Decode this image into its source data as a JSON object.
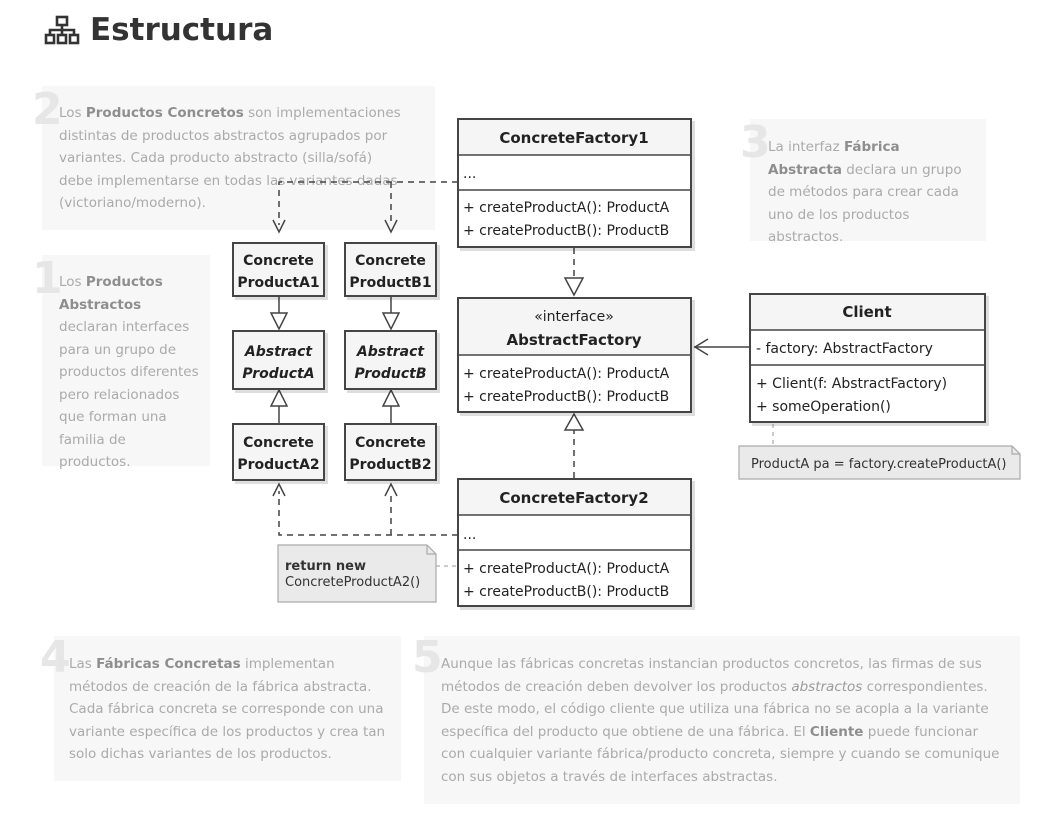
{
  "header": {
    "title": "Estructura",
    "icon": "sitemap-icon"
  },
  "notes": [
    {
      "number": "2",
      "parts": [
        {
          "t": "Los "
        },
        {
          "t": "Productos Concretos",
          "b": true
        },
        {
          "t": " son implementaciones distintas de productos abstractos agrupados por variantes. Cada producto abstracto (silla/sofá) debe implementarse en todas las variantes dadas (victoriano/moderno)."
        }
      ]
    },
    {
      "number": "3",
      "parts": [
        {
          "t": "La interfaz "
        },
        {
          "t": "Fábrica Abstracta",
          "b": true
        },
        {
          "t": " declara un grupo de métodos para crear cada uno de los productos abstractos."
        }
      ]
    },
    {
      "number": "1",
      "parts": [
        {
          "t": "Los "
        },
        {
          "t": "Productos Abstractos",
          "b": true
        },
        {
          "t": " declaran interfaces para un grupo de productos diferentes pero relacionados que forman una familia de productos."
        }
      ]
    },
    {
      "number": "4",
      "parts": [
        {
          "t": "Las "
        },
        {
          "t": "Fábricas Concretas",
          "b": true
        },
        {
          "t": " implementan métodos de creación de la fábrica abstracta. Cada fábrica concreta se corresponde con una variante específica de los productos y crea tan solo dichas variantes de los productos."
        }
      ]
    },
    {
      "number": "5",
      "parts": [
        {
          "t": "Aunque las fábricas concretas instancian productos concretos, las firmas de sus métodos de creación deben devolver los productos "
        },
        {
          "t": "abstractos",
          "i": true
        },
        {
          "t": " correspondientes. De este modo, el código cliente que utiliza una fábrica no se acopla a la variante específica del producto que obtiene de una fábrica. El "
        },
        {
          "t": "Cliente",
          "b": true
        },
        {
          "t": " puede funcionar con cualquier variante fábrica/producto concreta, siempre y cuando se comunique con sus objetos a través de interfaces abstractas."
        }
      ]
    }
  ],
  "classes": {
    "concrete_factory_1": {
      "name": "ConcreteFactory1",
      "fields": [
        "..."
      ],
      "methods": [
        "+ createProductA(): ProductA",
        "+ createProductB(): ProductB"
      ]
    },
    "abstract_factory": {
      "stereotype": "«interface»",
      "name": "AbstractFactory",
      "methods": [
        "+ createProductA(): ProductA",
        "+ createProductB(): ProductB"
      ]
    },
    "concrete_factory_2": {
      "name": "ConcreteFactory2",
      "fields": [
        "..."
      ],
      "methods": [
        "+ createProductA(): ProductA",
        "+ createProductB(): ProductB"
      ]
    },
    "client": {
      "name": "Client",
      "fields": [
        "- factory: AbstractFactory"
      ],
      "methods": [
        "+ Client(f: AbstractFactory)",
        "+ someOperation()"
      ]
    },
    "concrete_product_a1": {
      "lines": [
        "Concrete",
        "ProductA1"
      ]
    },
    "abstract_product_a": {
      "lines": [
        "Abstract",
        "ProductA"
      ]
    },
    "concrete_product_a2": {
      "lines": [
        "Concrete",
        "ProductA2"
      ]
    },
    "concrete_product_b1": {
      "lines": [
        "Concrete",
        "ProductB1"
      ]
    },
    "abstract_product_b": {
      "lines": [
        "Abstract",
        "ProductB"
      ]
    },
    "concrete_product_b2": {
      "lines": [
        "Concrete",
        "ProductB2"
      ]
    }
  },
  "code_notes": {
    "client_note": "ProductA pa = factory.createProductA()",
    "factory2_note": {
      "line1": "return new",
      "line2": "ConcreteProductA2()"
    }
  },
  "colors": {
    "border": "#444444",
    "header_fill": "#f5f5f5",
    "note_fill": "#eaeaea"
  }
}
